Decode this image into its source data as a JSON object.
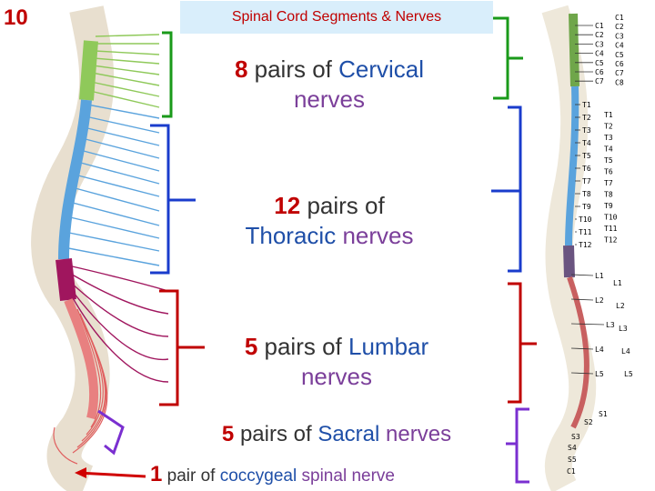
{
  "slide_number": "10",
  "title": "Spinal Cord Segments & Nerves",
  "labels": {
    "cervical": {
      "num": "8",
      "pre": "pairs of",
      "name": "Cervical",
      "post": "nerves"
    },
    "thoracic": {
      "num": "12",
      "pre": "pairs of",
      "name": "Thoracic",
      "post": "nerves"
    },
    "lumbar": {
      "num": "5",
      "pre": "pairs of",
      "name": "Lumbar",
      "post": "nerves"
    },
    "sacral": {
      "num": "5",
      "pre": "pairs of",
      "name": "Sacral",
      "post": "nerves"
    },
    "coccygeal": {
      "num": "1",
      "pre": "pair of",
      "name": "coccygeal",
      "post": "spinal nerve"
    }
  },
  "segments": {
    "cord_c": [
      "C1",
      "C2",
      "C3",
      "C4",
      "C5",
      "C6",
      "C7"
    ],
    "nerve_c": [
      "C1",
      "C2",
      "C3",
      "C4",
      "C5",
      "C6",
      "C7",
      "C8"
    ],
    "cord_t": [
      "T1",
      "T2",
      "T3",
      "T4",
      "T5",
      "T6",
      "T7",
      "T8",
      "T9",
      "T10",
      "T11",
      "T12"
    ],
    "nerve_t": [
      "T1",
      "T2",
      "T3",
      "T4",
      "T5",
      "T6",
      "T7",
      "T8",
      "T9",
      "T10",
      "T11",
      "T12"
    ],
    "lumbar": [
      "L1",
      "L2",
      "L3",
      "L4",
      "L5"
    ],
    "lumbar_r": [
      "L1",
      "L2",
      "L3",
      "L4",
      "L5"
    ],
    "sacral": [
      "S1",
      "S2",
      "S3",
      "S4",
      "S5"
    ],
    "coccygeal": [
      "C1"
    ]
  },
  "colors": {
    "cervical": "#8fc95a",
    "thoracic": "#5aa3dd",
    "lumbar": "#a0165e",
    "sacral": "#e06060",
    "bracket_green": "#1a9a1a",
    "bracket_blue": "#1a3ccc",
    "bracket_red": "#c00000",
    "bracket_purple": "#7a2fd0"
  }
}
